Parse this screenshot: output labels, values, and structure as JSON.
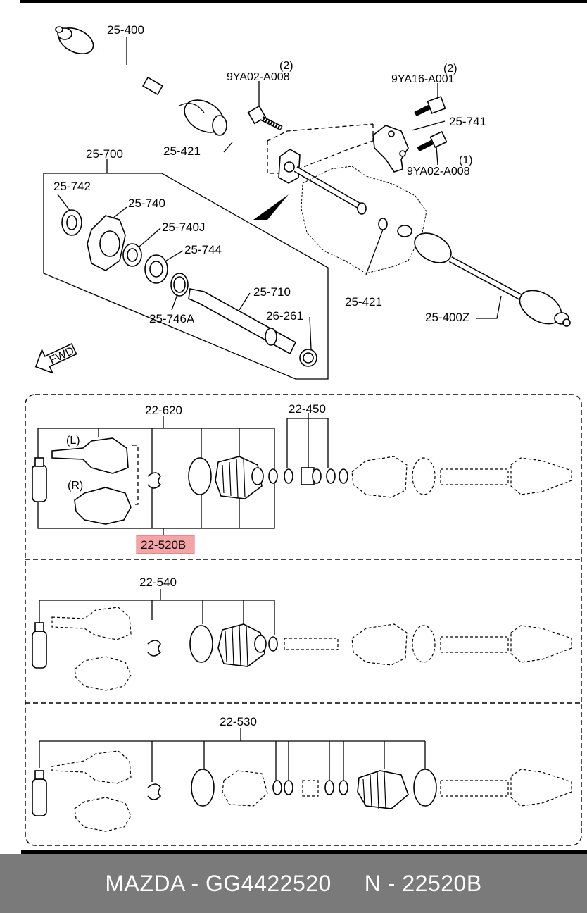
{
  "labels": {
    "p25400": "25-400",
    "p9ya02_top": "9YA02-A008",
    "p9ya02_top_qty": "(2)",
    "p9ya16": "9YA16-A001",
    "p9ya16_qty": "(2)",
    "p25741": "25-741",
    "p9ya02_right": "9YA02-A008",
    "p9ya02_right_qty": "(1)",
    "p25421_a": "25-421",
    "p25700": "25-700",
    "p25742": "25-742",
    "p25740": "25-740",
    "p25740j": "25-740J",
    "p25744": "25-744",
    "p25710": "25-710",
    "p25746a": "25-746A",
    "p26261": "26-261",
    "p25421_b": "25-421",
    "p25400z": "25-400Z",
    "fwd": "FWD",
    "p22620": "22-620",
    "p22450": "22-450",
    "side_l": "(L)",
    "side_r": "(R)",
    "p22520b": "22-520B",
    "p22540": "22-540",
    "p22530": "22-530"
  },
  "colors": {
    "highlight": "#f4a3a6",
    "footer_bg": "#7a7a7a"
  },
  "footer": {
    "text": "MAZDA - GG4422520     N - 22520B"
  }
}
